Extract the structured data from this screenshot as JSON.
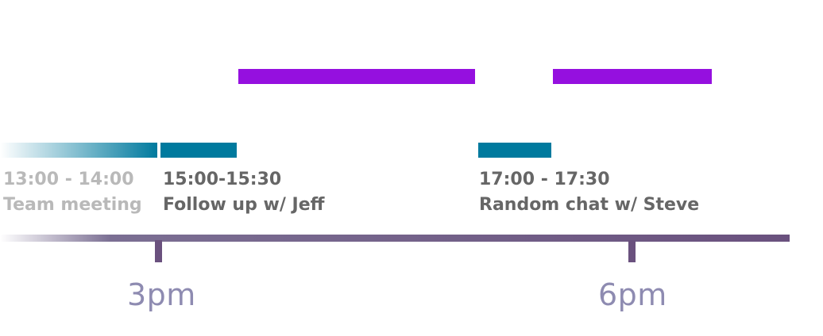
{
  "events": [
    {
      "time": "13:00 - 14:00",
      "title": "Team meeting"
    },
    {
      "time": "15:00-15:30",
      "title": "Follow up w/ Jeff"
    },
    {
      "time": "17:00 - 17:30",
      "title": "Random chat w/ Steve"
    }
  ],
  "axis": {
    "labels": [
      "3pm",
      "6pm"
    ]
  },
  "colors": {
    "busy_block": "#9510DF",
    "event_bar": "#007A9E",
    "axis": "#6A517E",
    "axis_label": "#8E8BB1",
    "event_text": "#666666"
  }
}
